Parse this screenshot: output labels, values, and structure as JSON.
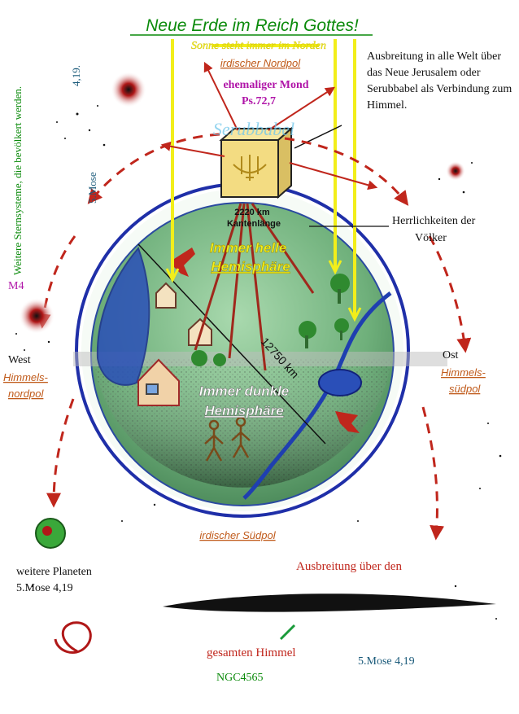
{
  "title": "Neue Erde im Reich Gottes!",
  "subtitle": "Sonne steht immer im Norden",
  "labels": {
    "north_pole": "irdischer Nordpol",
    "former_moon": "ehemaliger Mond",
    "psalm_ref": "Ps.72,7",
    "serubbabel": "Serubbabel",
    "expansion_world": "Ausbreitung in alle Welt über das Neue Jerusalem oder Serubbabel als Verbindung zum Himmel.",
    "edge_length_value": "2220 km",
    "edge_length_label": "Kantenlänge",
    "glories_1": "Herrlichkeiten der",
    "glories_2": "Völker",
    "bright_1": "Immer helle",
    "bright_2": "Hemisphäre",
    "dark_1": "Immer dunkle",
    "dark_2": "Hemisphäre",
    "diameter": "12750 km",
    "west": "West",
    "east": "Ost",
    "celestial_north_1": "Himmels-",
    "celestial_north_2": "nordpol",
    "celestial_south_1": "Himmels-",
    "celestial_south_2": "südpol",
    "south_pole": "irdischer Südpol",
    "star_systems_vertical": "Weitere Sternsysteme, die bevölkert werden.",
    "mose_ref_vertical_1": "5.Mose",
    "mose_ref_vertical_2": "4,19.",
    "m4": "M4",
    "more_planets_1": "weitere Planeten",
    "more_planets_2": "5.Mose 4,19",
    "expansion_heaven_1": "Ausbreitung über den",
    "expansion_heaven_2": "gesamten Himmel",
    "mose_ref_bottom": "5.Mose 4,19",
    "ngc": "NGC4565"
  },
  "colors": {
    "title": "#0a8a0a",
    "arrow_red": "#c0261c",
    "yellow": "#f2ee1a",
    "earth_green": "#7fc08a",
    "ring_blue": "#1f2fa8",
    "magenta": "#b015a8",
    "link_orange": "#c05a1a",
    "teal": "#1a5a7a"
  }
}
